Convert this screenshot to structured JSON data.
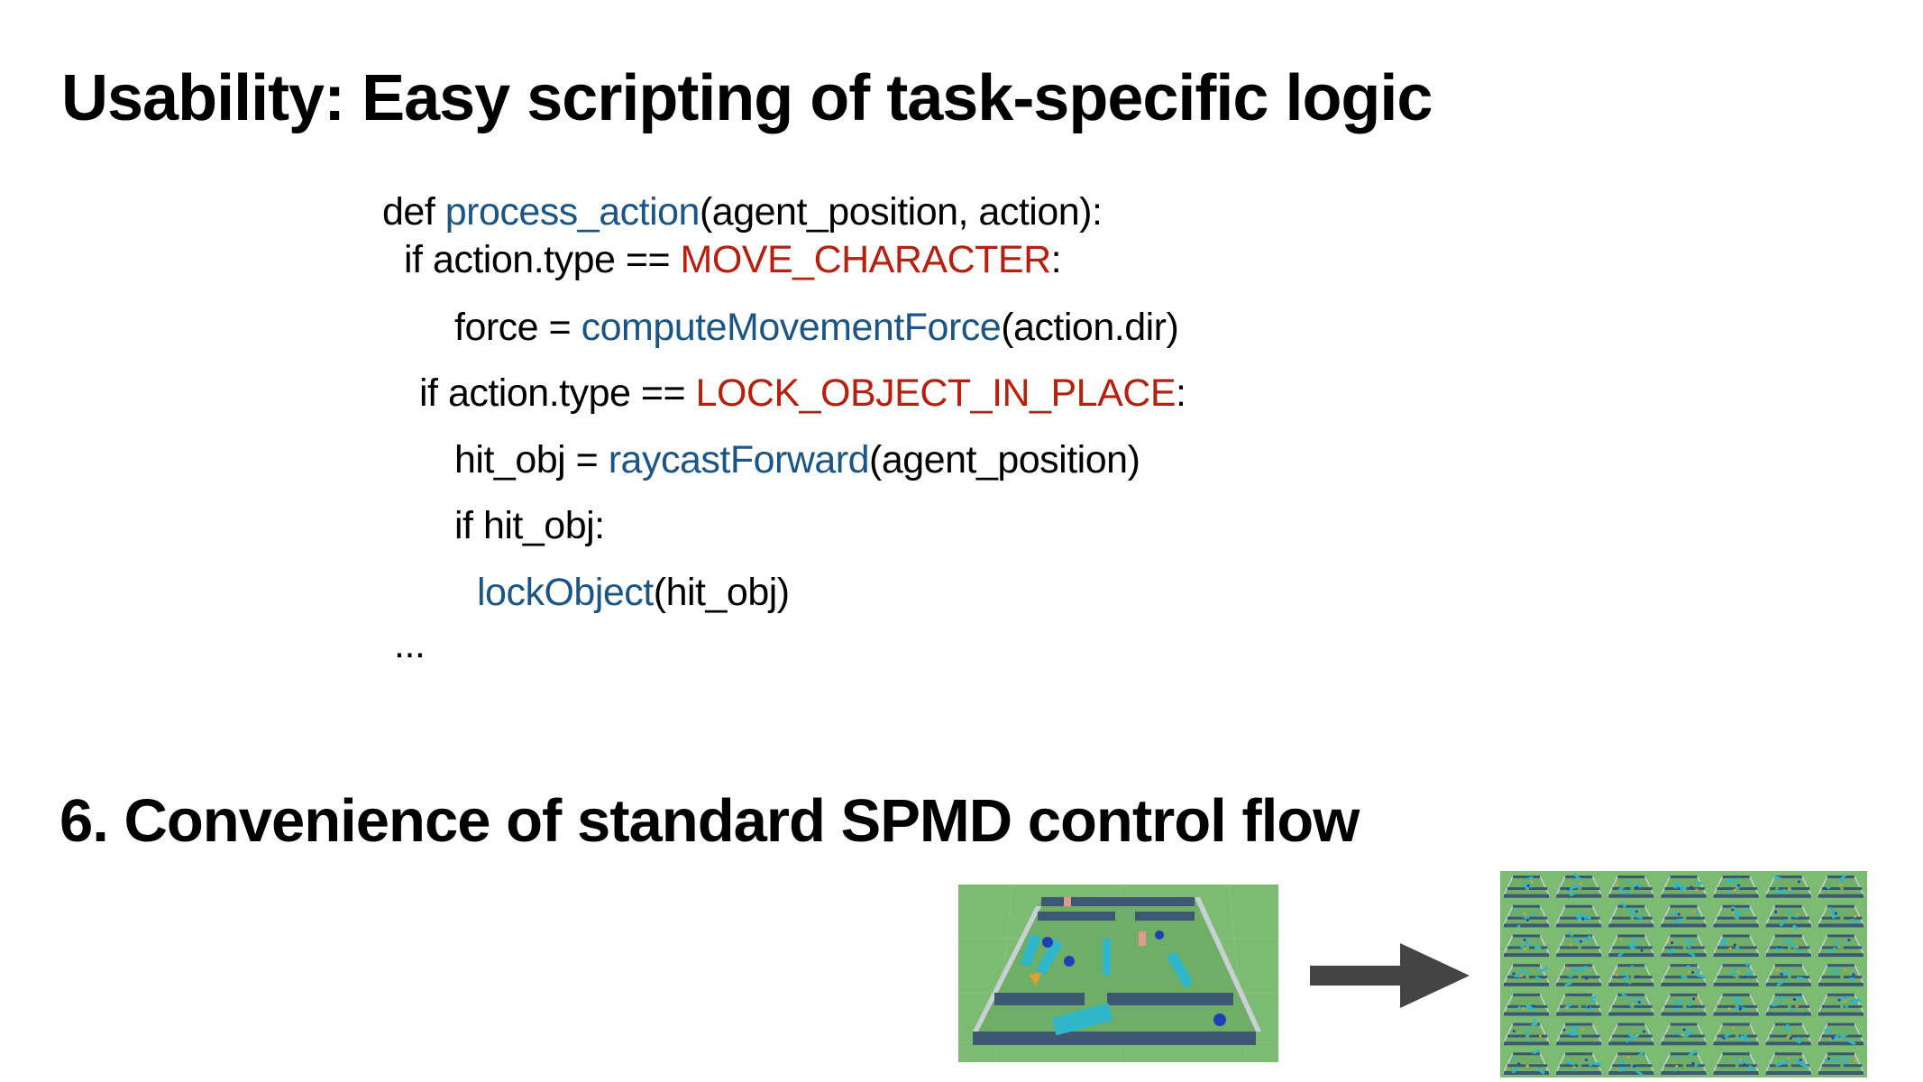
{
  "slide": {
    "title": "Usability: Easy scripting of task-specific logic",
    "section_heading": "6. Convenience of standard SPMD control flow"
  },
  "code": [
    [
      {
        "t": "def ",
        "c": ""
      },
      {
        "t": "process_action",
        "c": "fn"
      },
      {
        "t": "(agent_position, action):",
        "c": ""
      }
    ],
    [
      {
        "t": "if action.type == ",
        "c": ""
      },
      {
        "t": "MOVE_CHARACTER",
        "c": "kw"
      },
      {
        "t": ":",
        "c": ""
      }
    ],
    [
      {
        "t": "force = ",
        "c": ""
      },
      {
        "t": "computeMovementForce",
        "c": "fn"
      },
      {
        "t": "(action.dir)",
        "c": ""
      }
    ],
    [
      {
        "t": "if action.type == ",
        "c": ""
      },
      {
        "t": "LOCK_OBJECT_IN_PLACE",
        "c": "kw"
      },
      {
        "t": ":",
        "c": ""
      }
    ],
    [
      {
        "t": "hit_obj = ",
        "c": ""
      },
      {
        "t": "raycastForward",
        "c": "fn"
      },
      {
        "t": "(agent_position)",
        "c": ""
      }
    ],
    [
      {
        "t": "if hit_obj:",
        "c": ""
      }
    ],
    [
      {
        "t": "lockObject",
        "c": "fn"
      },
      {
        "t": "(hit_obj)",
        "c": ""
      }
    ],
    [
      {
        "t": "...",
        "c": ""
      }
    ]
  ],
  "colors": {
    "function": "#1a5585",
    "constant": "#b5200f",
    "ground": "#78b96e",
    "wall": "#3e5873",
    "arrow": "#444444"
  },
  "figure": {
    "left": "single-environment",
    "right": "batched-environments-grid",
    "grid_rows": 7,
    "grid_cols": 7
  }
}
